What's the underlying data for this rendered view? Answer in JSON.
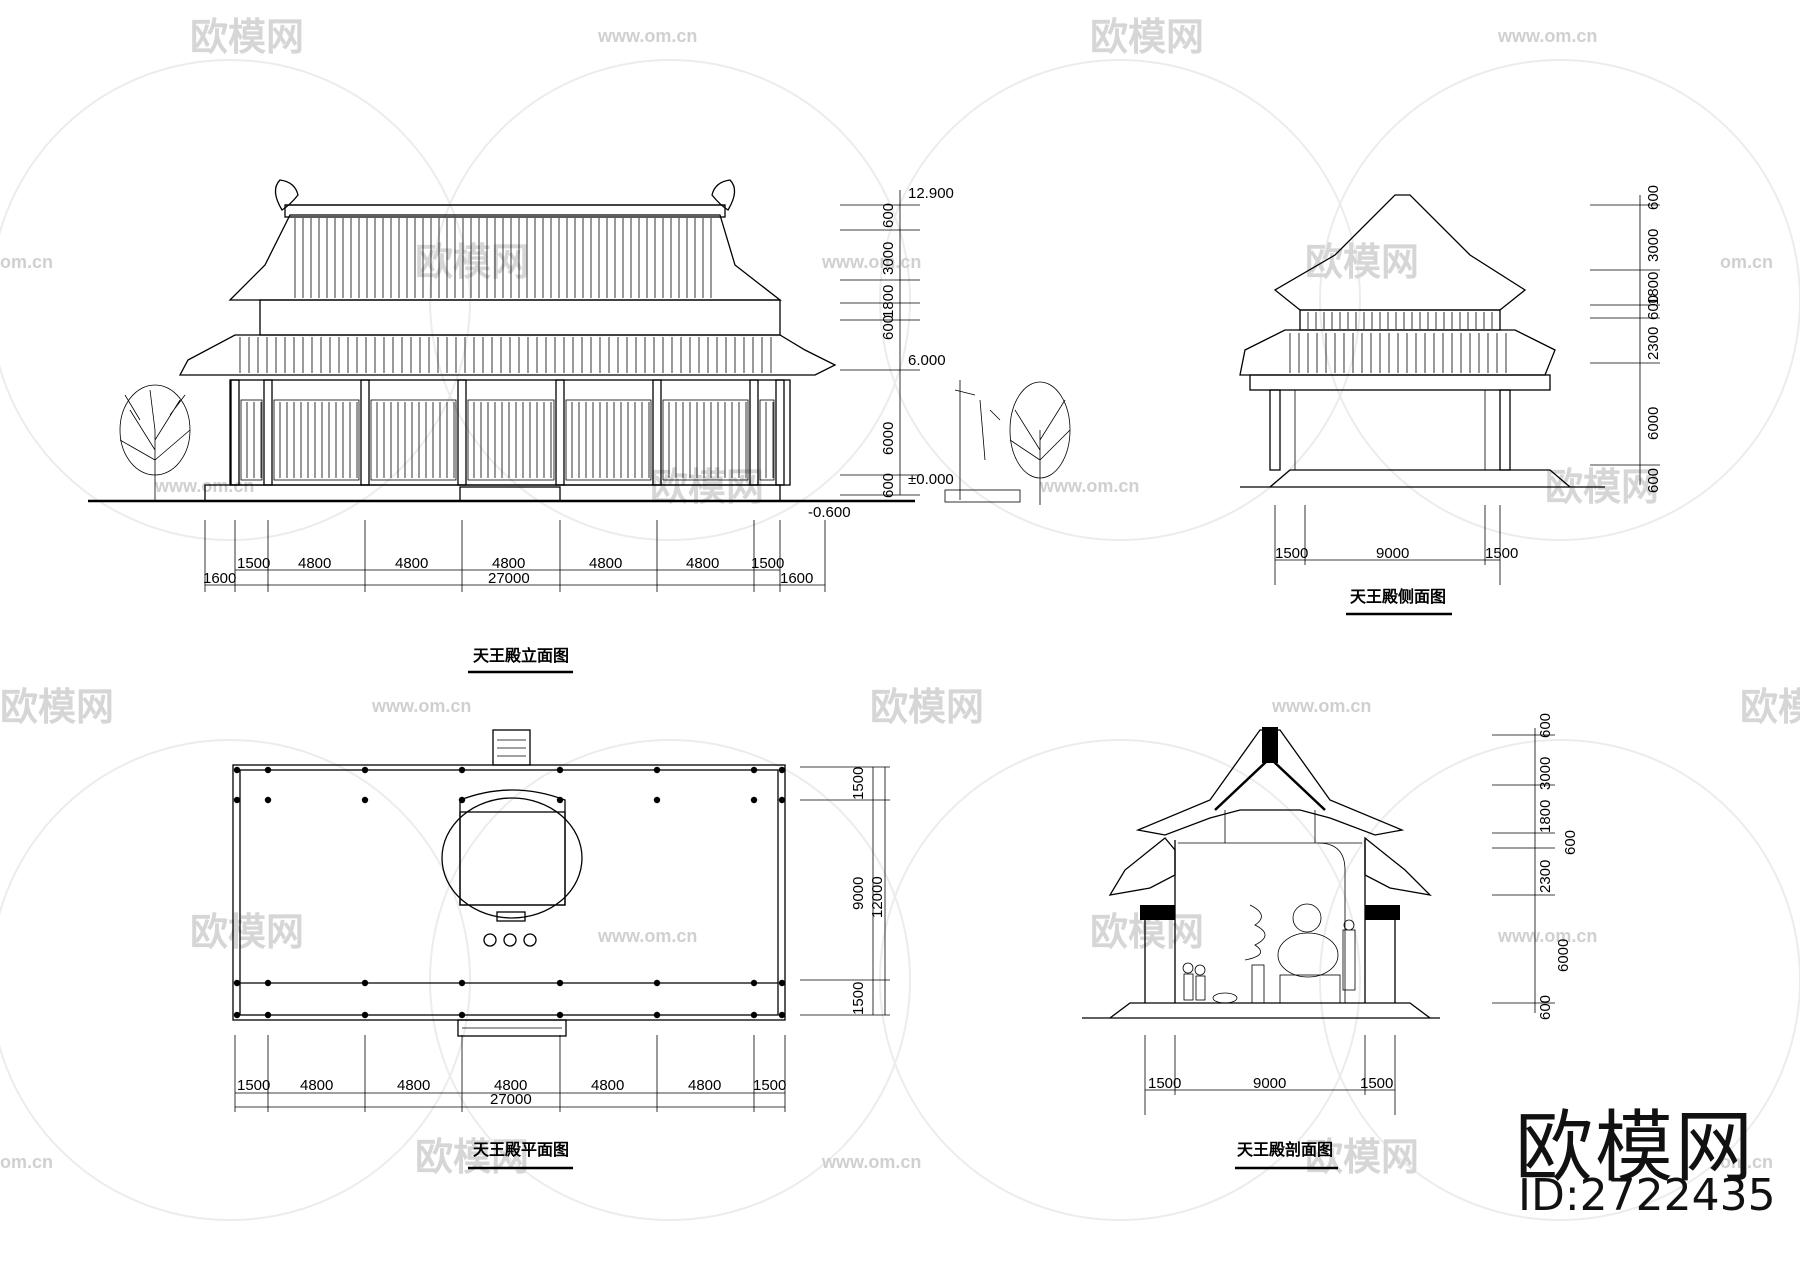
{
  "watermark": {
    "brand": "欧模网",
    "url": "www.om.cn",
    "url_short": "om.cn"
  },
  "brand": {
    "name": "欧模网",
    "id": "ID:2722435"
  },
  "front_elevation": {
    "title": "天王殿立面图",
    "bays_top": [
      "1500",
      "4800",
      "4800",
      "4800",
      "4800",
      "4800",
      "1500"
    ],
    "bays_bottom_left": "1600",
    "bays_bottom_right": "1600",
    "total": "27000",
    "heights": [
      "600",
      "3000",
      "1800",
      "600",
      "6000",
      "600"
    ],
    "levels": [
      "12.900",
      "6.000",
      "±0.000",
      "-0.600"
    ]
  },
  "side_elevation": {
    "title": "天王殿侧面图",
    "widths": [
      "1500",
      "9000",
      "1500"
    ],
    "heights": [
      "600",
      "3000",
      "1800",
      "600",
      "2300",
      "6000",
      "600"
    ]
  },
  "plan": {
    "title": "天王殿平面图",
    "bays": [
      "1500",
      "4800",
      "4800",
      "4800",
      "4800",
      "4800",
      "1500"
    ],
    "total": "27000",
    "depths": [
      "1500",
      "9000",
      "1500"
    ],
    "depth_total": "12000"
  },
  "section": {
    "title": "天王殿剖面图",
    "widths": [
      "1500",
      "9000",
      "1500"
    ],
    "heights": [
      "600",
      "3000",
      "1800",
      "600",
      "2300",
      "6000",
      "600"
    ]
  }
}
